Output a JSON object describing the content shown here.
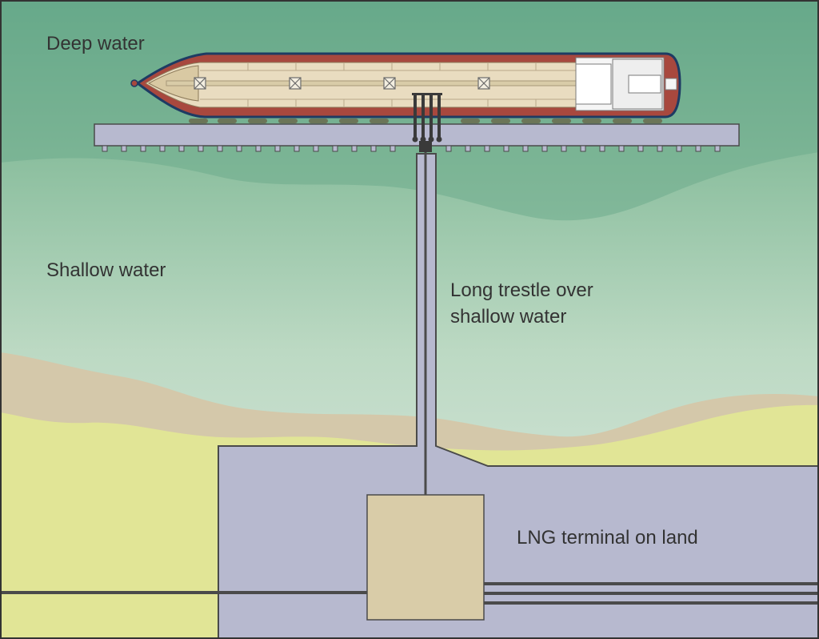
{
  "labels": {
    "deep_water": "Deep water",
    "shallow_water": "Shallow water",
    "trestle": [
      "Long trestle over",
      "shallow water"
    ],
    "terminal": "LNG terminal on land"
  },
  "colors": {
    "deep_water": "#6aaa8c",
    "shallow_water": "#cfe3d4",
    "sand": "#d2c6a8",
    "land": "#e1e596",
    "concrete": "#b7b9cf",
    "terminal_building": "#d9cca8",
    "hull": "#a8483e",
    "deck": "#e9dcc0",
    "pipe": "#4a4a4a"
  },
  "icons": [
    "lng-carrier-ship",
    "mooring-pier",
    "loading-arms",
    "trestle",
    "terminal-building",
    "pipelines"
  ]
}
